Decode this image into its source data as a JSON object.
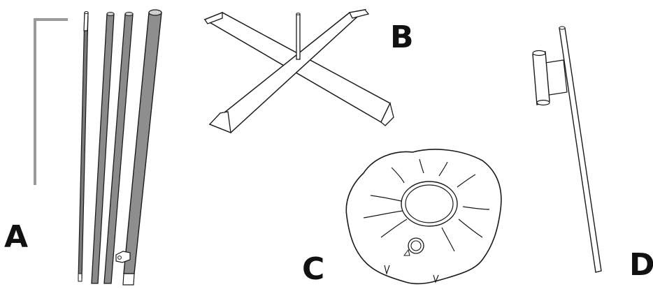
{
  "labels": {
    "a": "A",
    "b": "B",
    "c": "C",
    "d": "D"
  },
  "colors": {
    "line": "#1a1a1a",
    "pole_dark": "#7a7a7a",
    "pole_mid": "#9a9a9a",
    "hook_gray": "#9a9a9a",
    "fill_white": "#ffffff"
  }
}
